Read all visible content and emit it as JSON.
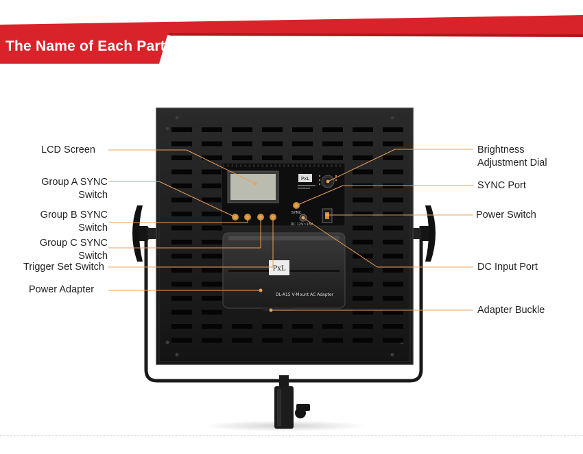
{
  "banner": {
    "title": "The Name of Each Part",
    "colors": {
      "primary": "#d9232a",
      "dark": "#b3161c"
    }
  },
  "device": {
    "brand_mark": "PxL",
    "adapter_text": "DL-A15 V-Mount AC Adapter",
    "sync_label": "SYNC",
    "dc_label": "DC 12V~18V"
  },
  "parts": {
    "lcd_screen": "LCD Screen",
    "group_a": [
      "Group A SYNC",
      "Switch"
    ],
    "group_b": [
      "Group B SYNC",
      "Switch"
    ],
    "group_c": [
      "Group C SYNC",
      "Switch"
    ],
    "trigger_set": "Trigger Set Switch",
    "power_adapter": "Power Adapter",
    "brightness": [
      "Brightness",
      "Adjustment Dial"
    ],
    "sync_port": "SYNC Port",
    "power_switch": "Power Switch",
    "dc_input": "DC Input Port",
    "adapter_buckle": "Adapter Buckle"
  },
  "leader_color": "#e8a15a"
}
